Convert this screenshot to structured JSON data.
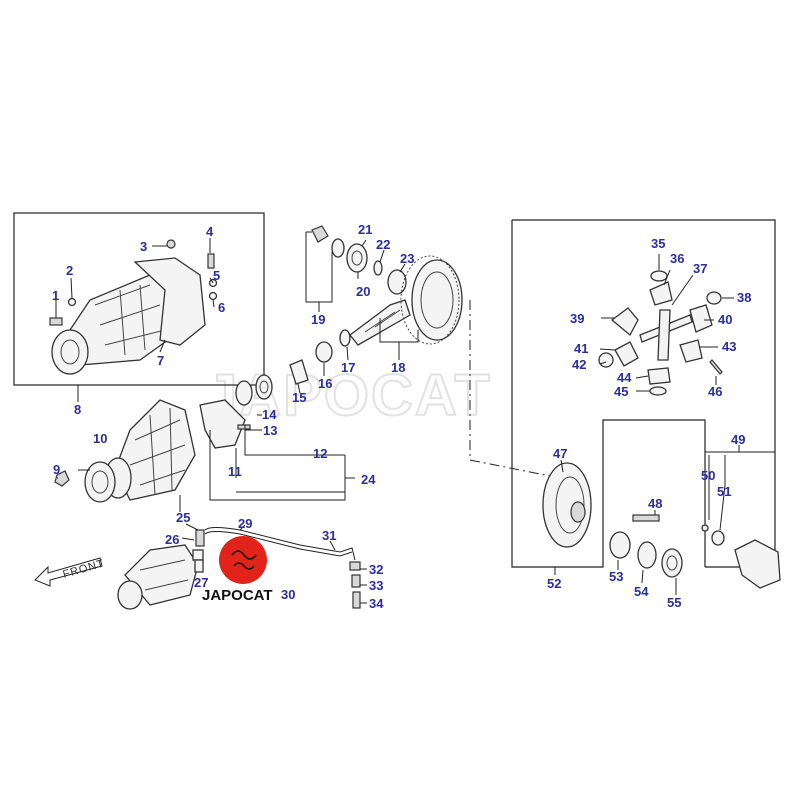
{
  "watermark": "JAPOCAT",
  "front_label": "FRONT",
  "logo": {
    "text": "JAPOCAT",
    "color": "#e2231a"
  },
  "label_color": "#2b2f9a",
  "callouts": [
    "1",
    "2",
    "3",
    "4",
    "5",
    "6",
    "7",
    "8",
    "9",
    "10",
    "11",
    "12",
    "13",
    "14",
    "15",
    "16",
    "17",
    "18",
    "19",
    "20",
    "21",
    "22",
    "23",
    "24",
    "25",
    "26",
    "27",
    "29",
    "30",
    "31",
    "32",
    "33",
    "34",
    "35",
    "36",
    "37",
    "38",
    "39",
    "40",
    "41",
    "42",
    "43",
    "44",
    "45",
    "46",
    "47",
    "48",
    "49",
    "50",
    "51",
    "52",
    "53",
    "54",
    "55"
  ]
}
